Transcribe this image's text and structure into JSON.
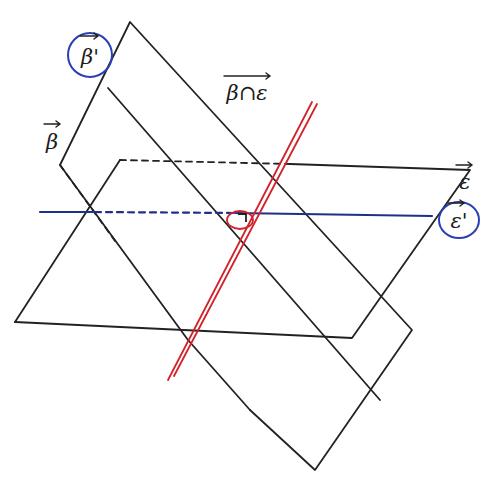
{
  "diagram": {
    "labels": [
      "β'",
      "β",
      "β∩ε",
      "ε",
      "ε'"
    ]
  }
}
